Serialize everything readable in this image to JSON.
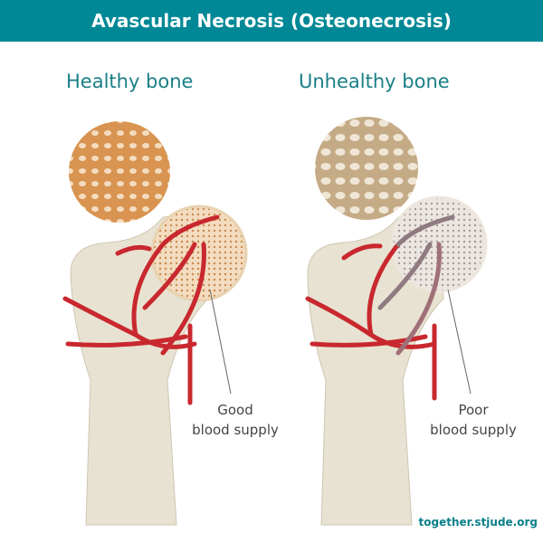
{
  "header": {
    "title": "Avascular Necrosis (Osteonecrosis)"
  },
  "panels": [
    {
      "title": "Healthy bone",
      "label_line1": "Good",
      "label_line2": "blood supply"
    },
    {
      "title": "Unhealthy bone",
      "label_line1": "Poor",
      "label_line2": "blood supply"
    }
  ],
  "footer": {
    "site": "together.stjude.org"
  },
  "colors": {
    "teal": "#008896",
    "artery": "#c8282e",
    "healthy_bone": "#d9a066",
    "unhealthy_bone": "#cdb89a"
  }
}
